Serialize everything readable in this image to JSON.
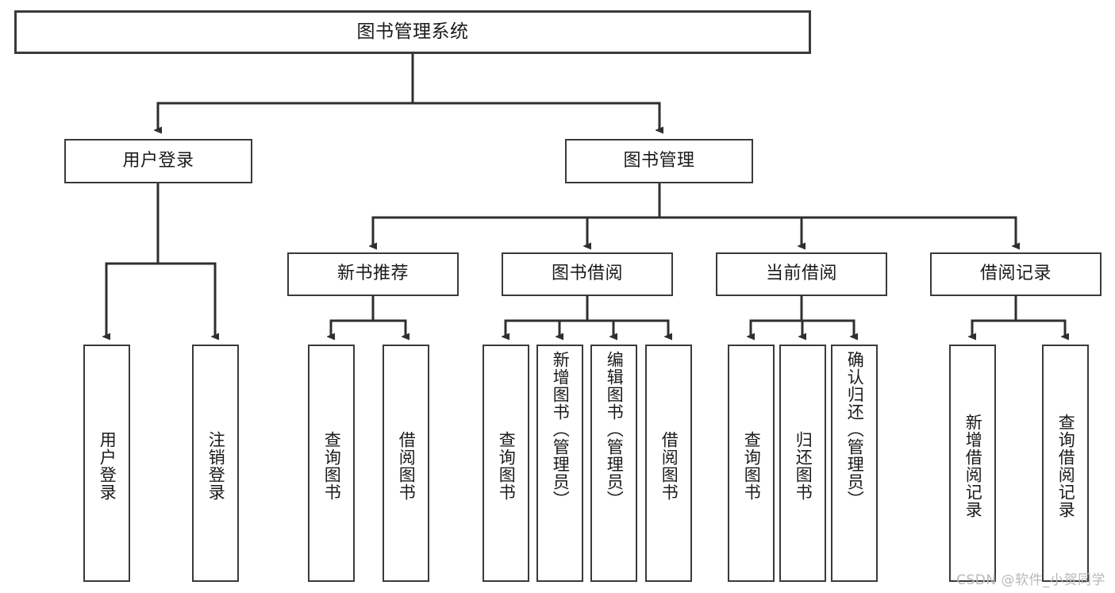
{
  "diagram": {
    "type": "tree-hierarchy",
    "title": "图书管理系统",
    "root": {
      "id": "root",
      "label": "图书管理系统",
      "orientation": "horizontal"
    },
    "level1": [
      {
        "id": "user-login",
        "label": "用户登录",
        "orientation": "horizontal"
      },
      {
        "id": "book-manage",
        "label": "图书管理",
        "orientation": "horizontal"
      }
    ],
    "level2": [
      {
        "id": "new-book-recommend",
        "label": "新书推荐",
        "parent": "book-manage",
        "orientation": "horizontal"
      },
      {
        "id": "book-borrow",
        "label": "图书借阅",
        "parent": "book-manage",
        "orientation": "horizontal"
      },
      {
        "id": "current-borrow",
        "label": "当前借阅",
        "parent": "book-manage",
        "orientation": "horizontal"
      },
      {
        "id": "borrow-record",
        "label": "借阅记录",
        "parent": "book-manage",
        "orientation": "horizontal"
      }
    ],
    "leaves": [
      {
        "id": "leaf-user-login",
        "label": "用户登录",
        "parent": "user-login",
        "orientation": "vertical"
      },
      {
        "id": "leaf-logout-login",
        "label": "注销登录",
        "parent": "user-login",
        "orientation": "vertical"
      },
      {
        "id": "leaf-query-book-1",
        "label": "查询图书",
        "parent": "new-book-recommend",
        "orientation": "vertical"
      },
      {
        "id": "leaf-borrow-book-1",
        "label": "借阅图书",
        "parent": "new-book-recommend",
        "orientation": "vertical"
      },
      {
        "id": "leaf-query-book-2",
        "label": "查询图书",
        "parent": "book-borrow",
        "orientation": "vertical"
      },
      {
        "id": "leaf-add-book",
        "label": "新增图书（管理员）",
        "parent": "book-borrow",
        "orientation": "vertical"
      },
      {
        "id": "leaf-edit-book",
        "label": "编辑图书（管理员）",
        "parent": "book-borrow",
        "orientation": "vertical"
      },
      {
        "id": "leaf-borrow-book-2",
        "label": "借阅图书",
        "parent": "book-borrow",
        "orientation": "vertical"
      },
      {
        "id": "leaf-query-book-3",
        "label": "查询图书",
        "parent": "current-borrow",
        "orientation": "vertical"
      },
      {
        "id": "leaf-return-book",
        "label": "归还图书",
        "parent": "current-borrow",
        "orientation": "vertical"
      },
      {
        "id": "leaf-confirm-return",
        "label": "确认归还（管理员）",
        "parent": "current-borrow",
        "orientation": "vertical"
      },
      {
        "id": "leaf-add-record",
        "label": "新增借阅记录",
        "parent": "borrow-record",
        "orientation": "vertical"
      },
      {
        "id": "leaf-query-record",
        "label": "查询借阅记录",
        "parent": "borrow-record",
        "orientation": "vertical"
      }
    ],
    "colors": {
      "box_border": "#3a3a3a",
      "box_fill": "#ffffff",
      "connector": "#2f2f2f",
      "text": "#1a1a1a",
      "watermark": "#b9b9b9",
      "background": "#ffffff"
    }
  },
  "watermark": {
    "text": "CSDN @软件_小贺同学"
  }
}
